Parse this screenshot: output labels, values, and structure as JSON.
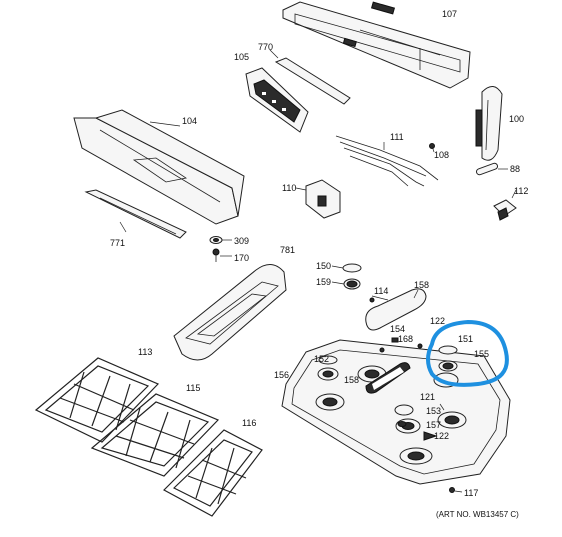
{
  "labels": {
    "p107": "107",
    "p770": "770",
    "p105": "105",
    "p104": "104",
    "p100": "100",
    "p111": "111",
    "p108": "108",
    "p88": "88",
    "p112": "112",
    "p110": "110",
    "p771": "771",
    "p309": "309",
    "p170": "170",
    "p781": "781",
    "p150": "150",
    "p159": "159",
    "p114": "114",
    "p158a": "158",
    "p122a": "122",
    "p151": "151",
    "p154": "154",
    "p168": "168",
    "p155": "155",
    "p152": "152",
    "p156": "156",
    "p158b": "158",
    "p113": "113",
    "p115": "115",
    "p121": "121",
    "p153": "153",
    "p157": "157",
    "p122b": "122",
    "p116": "116",
    "p117": "117"
  },
  "art_number": "(ART NO. WB13457 C)",
  "highlight": {
    "color": "#1e90e0",
    "encircles": [
      "151",
      "155"
    ]
  }
}
